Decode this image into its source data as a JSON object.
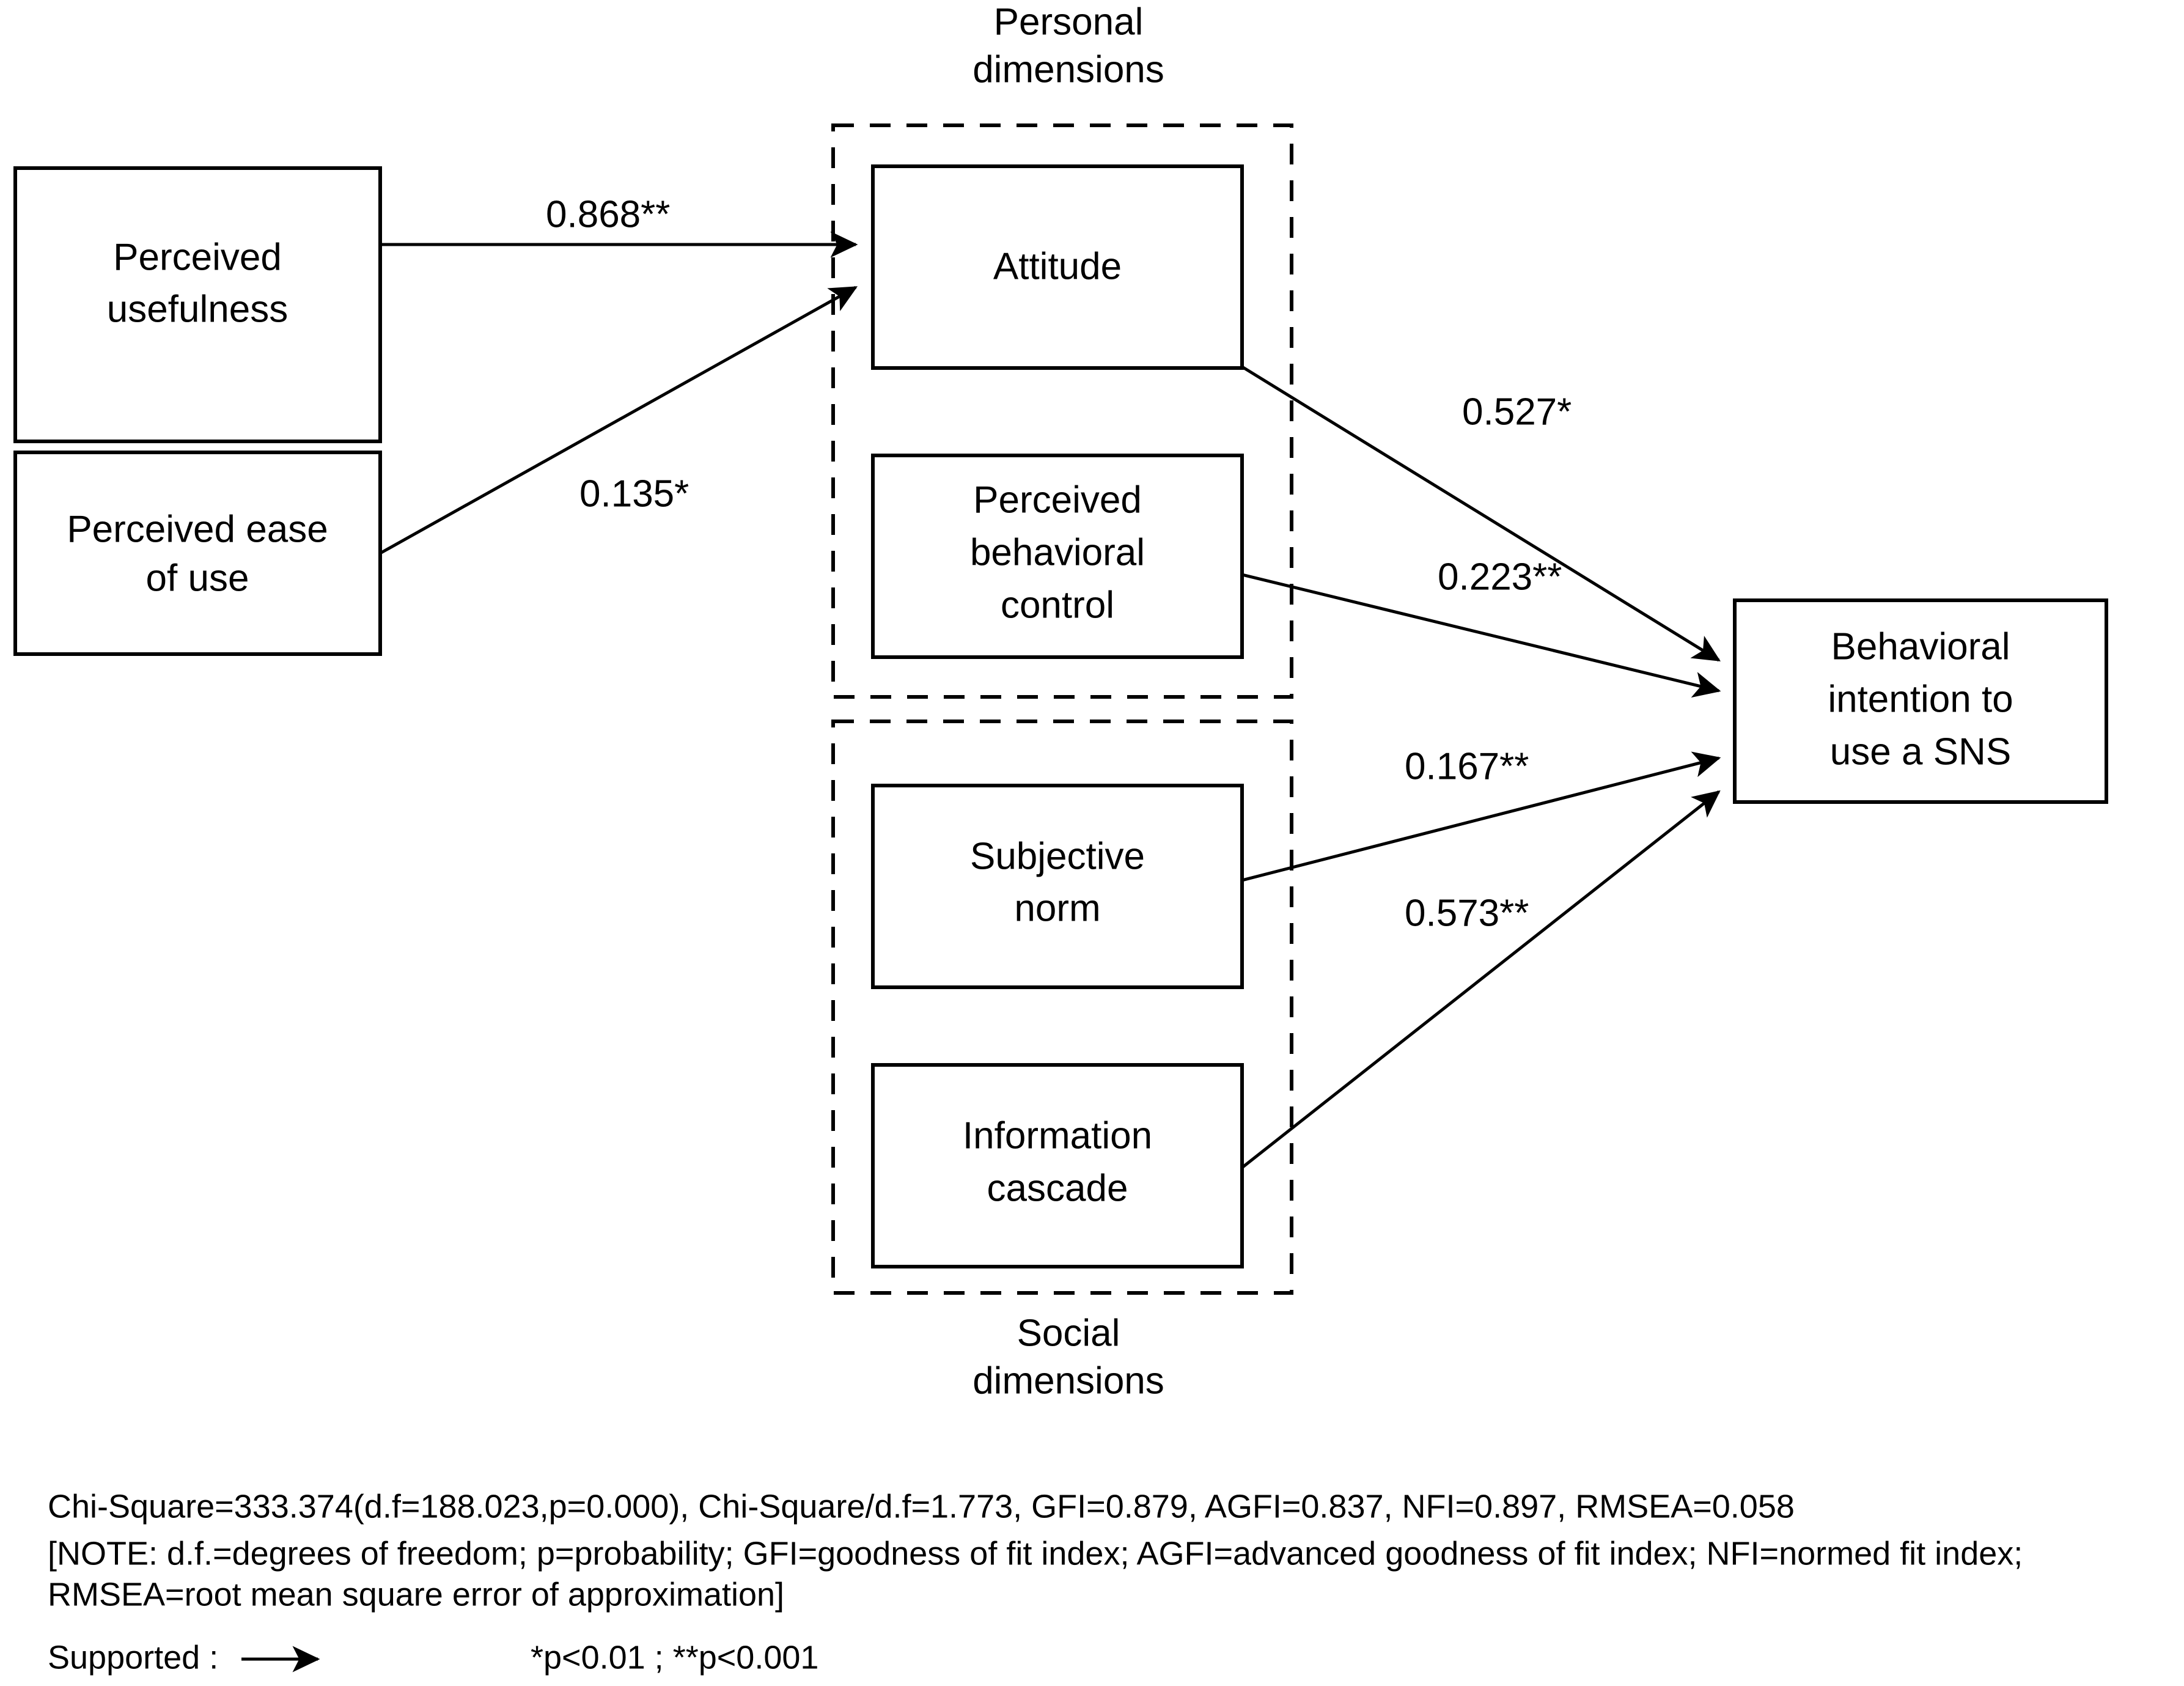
{
  "diagram": {
    "type": "structural-equation-model-path-diagram",
    "groups": [
      {
        "id": "personal",
        "label_line1": "Personal",
        "label_line2": "dimensions",
        "label_position": "above"
      },
      {
        "id": "social",
        "label_line1": "Social",
        "label_line2": "dimensions",
        "label_position": "below"
      }
    ],
    "nodes": [
      {
        "id": "perceived-usefulness",
        "line1": "Perceived",
        "line2": "usefulness",
        "line3": ""
      },
      {
        "id": "perceived-ease-of-use",
        "line1": "Perceived ease",
        "line2": "of use",
        "line3": ""
      },
      {
        "id": "attitude",
        "line1": "Attitude",
        "line2": "",
        "line3": ""
      },
      {
        "id": "perceived-behavioral-control",
        "line1": "Perceived",
        "line2": "behavioral",
        "line3": "control"
      },
      {
        "id": "subjective-norm",
        "line1": "Subjective",
        "line2": "norm",
        "line3": ""
      },
      {
        "id": "information-cascade",
        "line1": "Information",
        "line2": "cascade",
        "line3": ""
      },
      {
        "id": "behavioral-intention",
        "line1": "Behavioral",
        "line2": "intention to",
        "line3": "use a SNS"
      }
    ],
    "paths": [
      {
        "id": "pu-to-attitude",
        "from": "perceived-usefulness",
        "to": "attitude",
        "coefficient": "0.868**"
      },
      {
        "id": "peou-to-attitude",
        "from": "perceived-ease-of-use",
        "to": "attitude",
        "coefficient": "0.135*"
      },
      {
        "id": "attitude-to-bi",
        "from": "attitude",
        "to": "behavioral-intention",
        "coefficient": "0.527*"
      },
      {
        "id": "pbc-to-bi",
        "from": "perceived-behavioral-control",
        "to": "behavioral-intention",
        "coefficient": "0.223**"
      },
      {
        "id": "sn-to-bi",
        "from": "subjective-norm",
        "to": "behavioral-intention",
        "coefficient": "0.167**"
      },
      {
        "id": "ic-to-bi",
        "from": "information-cascade",
        "to": "behavioral-intention",
        "coefficient": "0.573**"
      }
    ]
  },
  "fit_statistics": {
    "line": "Chi-Square=333.374(d.f=188.023,p=0.000), Chi-Square/d.f=1.773, GFI=0.879, AGFI=0.837, NFI=0.897, RMSEA=0.058"
  },
  "note": {
    "line1": "[NOTE: d.f.=degrees of freedom; p=probability; GFI=goodness of fit index; AGFI=advanced goodness of fit index; NFI=normed fit index;",
    "line2": " RMSEA=root mean square error of approximation]"
  },
  "legend": {
    "supported_label": "Supported :",
    "significance": "*p<0.01 ; **p<0.001"
  },
  "colors": {
    "stroke": "#000000",
    "background": "#ffffff",
    "text": "#000000"
  }
}
